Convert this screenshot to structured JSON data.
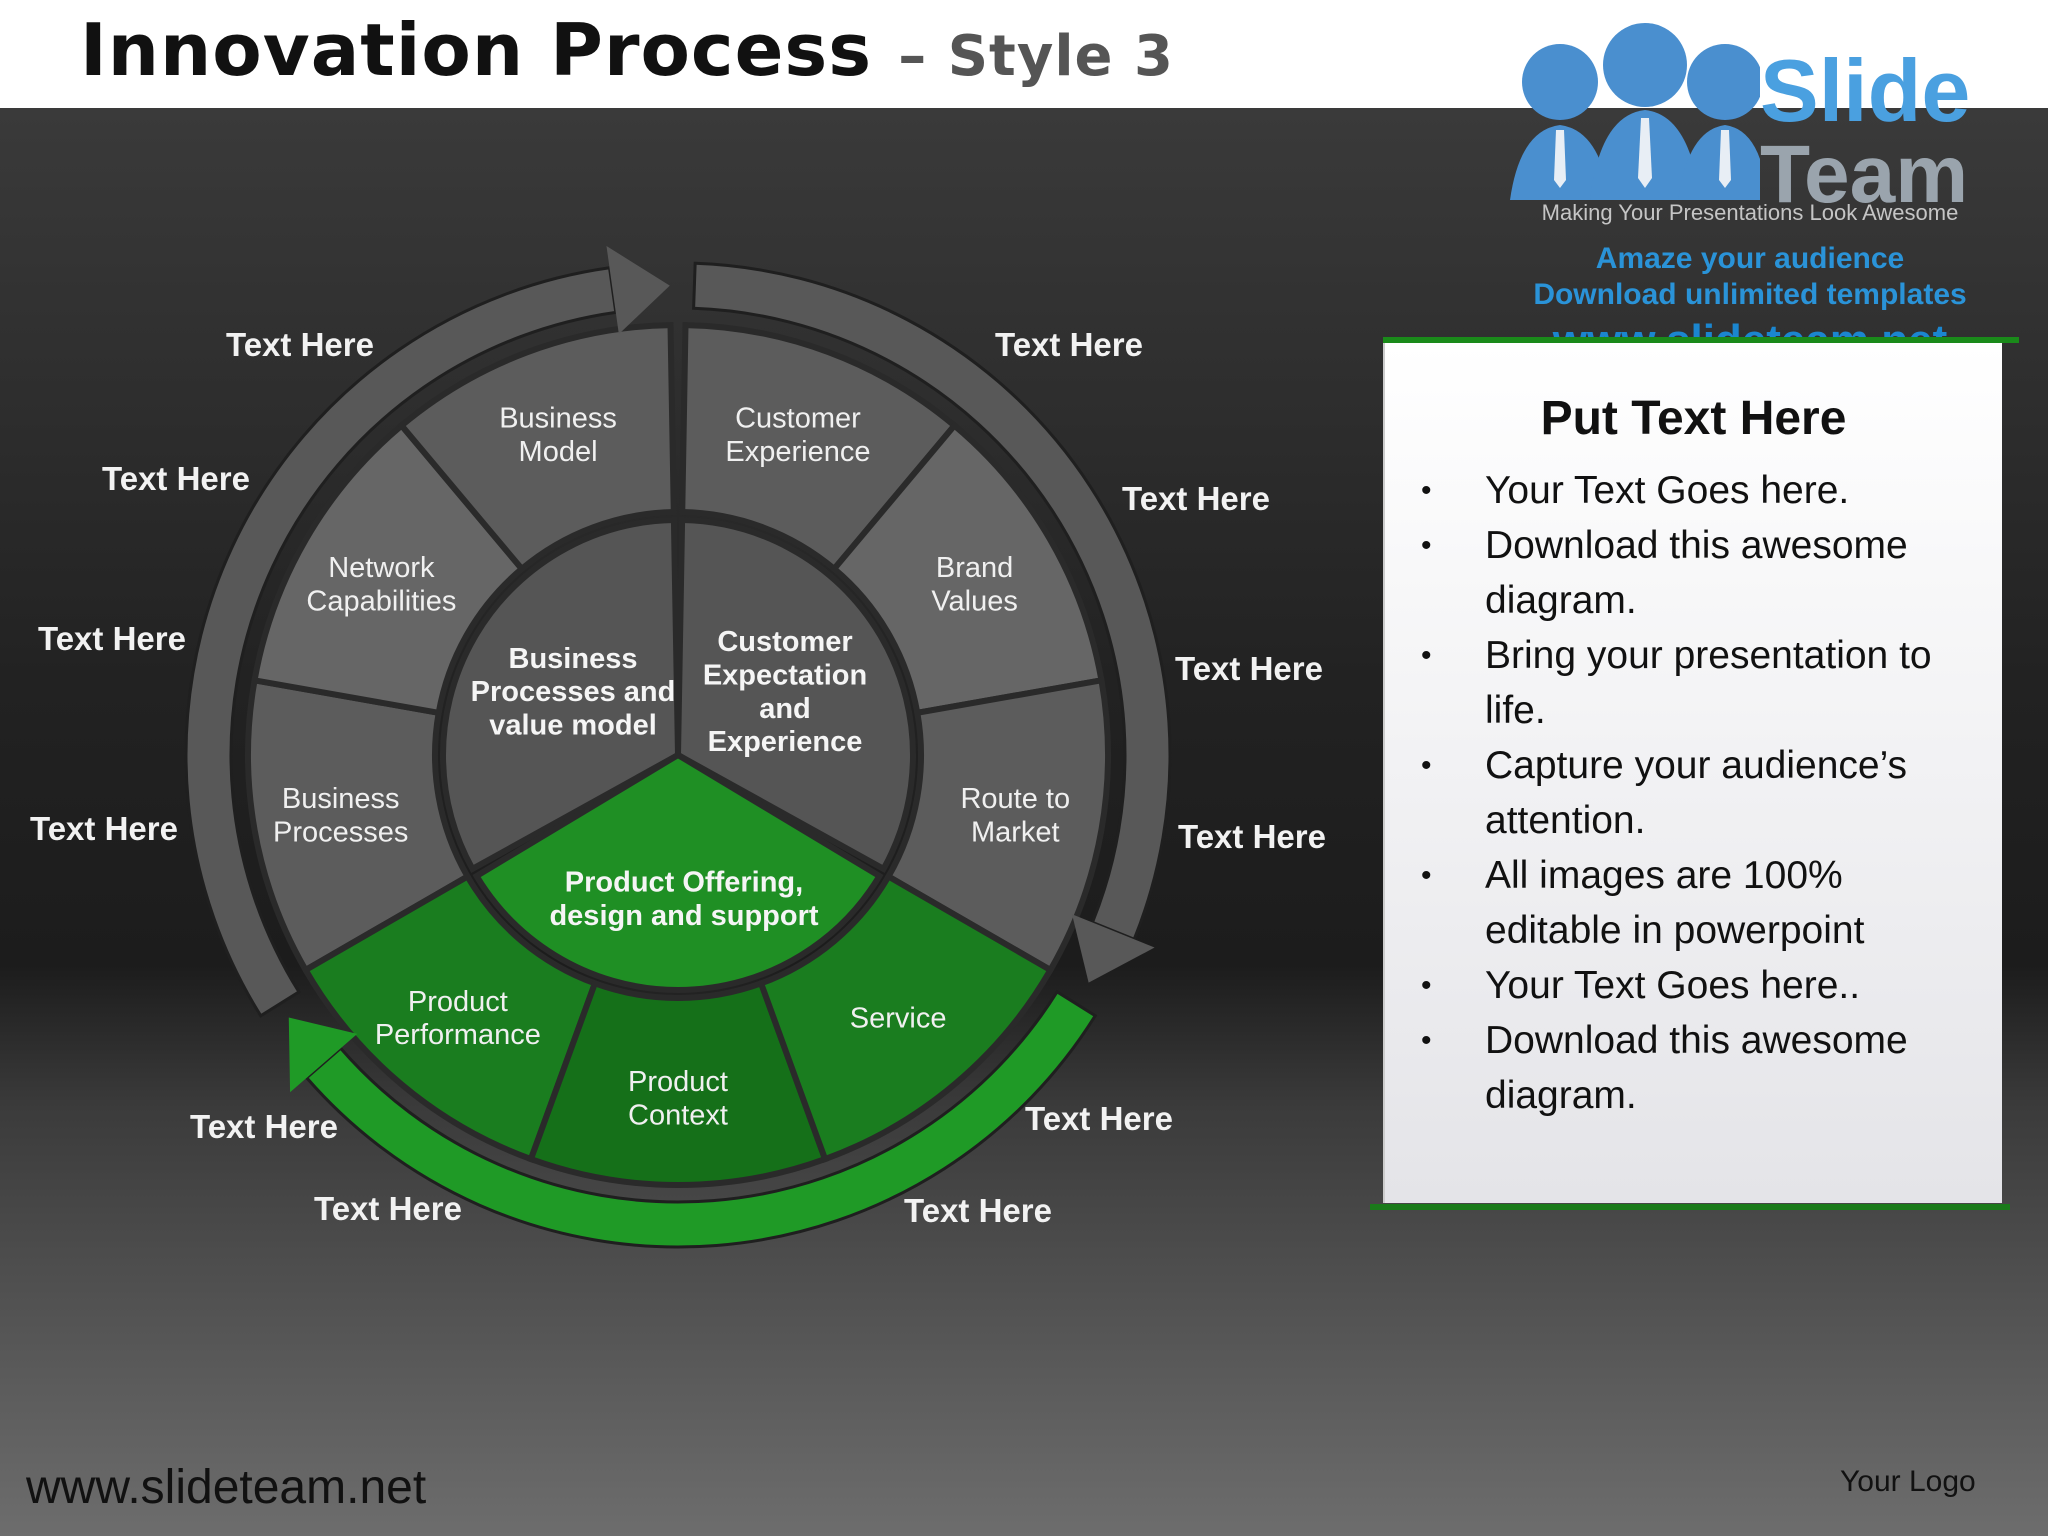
{
  "title": {
    "main": "Innovation Process",
    "sub": "– Style 3"
  },
  "branding": {
    "slide": "Slide",
    "team": "Team",
    "tagline": "Making Your Presentations Look Awesome",
    "line1": "Amaze your audience",
    "line2": "Download unlimited templates",
    "line3": "www.slideteam.net"
  },
  "diagram": {
    "outer_left": [
      "Business Processes",
      "Network Capabilities",
      "Business Model"
    ],
    "outer_right": [
      "Customer Experience",
      "Brand Values",
      "Route to Market"
    ],
    "outer_green": [
      "Product Performance",
      "Product Context",
      "Service"
    ],
    "inner_left": "Business Processes and value model",
    "inner_right": "Customer Expectation and Experience",
    "inner_green": "Product Offering, design and support",
    "labels": [
      "Text Here",
      "Text Here",
      "Text Here",
      "Text Here",
      "Text Here",
      "Text Here",
      "Text Here",
      "Text Here",
      "Text Here",
      "Text Here",
      "Text Here",
      "Text Here"
    ],
    "colors": {
      "gray": "#5f5f5f",
      "green": "#1f8a1f"
    }
  },
  "panel": {
    "title": "Put Text Here",
    "bullets": [
      "Your Text Goes here.",
      "Download this awesome diagram.",
      "Bring your presentation to life.",
      "Capture your audience’s attention.",
      "All images are 100% editable in powerpoint",
      "Your Text Goes here..",
      "Download this awesome diagram."
    ]
  },
  "footer": {
    "url": "www.slideteam.net",
    "logo": "Your Logo"
  }
}
